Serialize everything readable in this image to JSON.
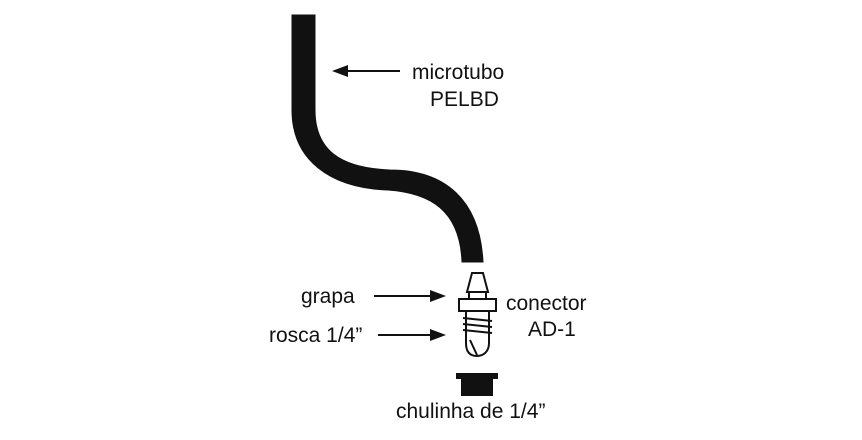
{
  "labels": {
    "microtubo_line1": "microtubo",
    "microtubo_line2": "PELBD",
    "grapa": "grapa",
    "rosca": "rosca 1/4”",
    "conector_line1": "conector",
    "conector_line2": "AD-1",
    "chulinha": "chulinha de 1/4”"
  },
  "colors": {
    "ink": "#111111",
    "background": "#ffffff"
  }
}
